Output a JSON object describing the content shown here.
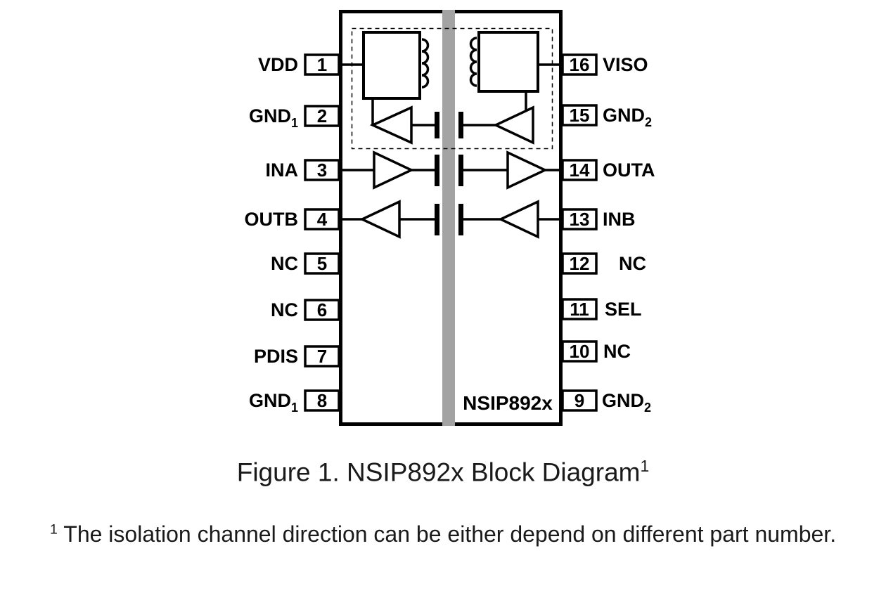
{
  "chip": {
    "name": "NSIP892x"
  },
  "pins": {
    "left": [
      {
        "number": "1",
        "label": "VDD",
        "sub": ""
      },
      {
        "number": "2",
        "label": "GND",
        "sub": "1"
      },
      {
        "number": "3",
        "label": "INA",
        "sub": ""
      },
      {
        "number": "4",
        "label": "OUTB",
        "sub": ""
      },
      {
        "number": "5",
        "label": "NC",
        "sub": ""
      },
      {
        "number": "6",
        "label": "NC",
        "sub": ""
      },
      {
        "number": "7",
        "label": "PDIS",
        "sub": ""
      },
      {
        "number": "8",
        "label": "GND",
        "sub": "1"
      }
    ],
    "right": [
      {
        "number": "16",
        "label": "VISO",
        "sub": ""
      },
      {
        "number": "15",
        "label": "GND",
        "sub": "2"
      },
      {
        "number": "14",
        "label": "OUTA",
        "sub": ""
      },
      {
        "number": "13",
        "label": "INB",
        "sub": ""
      },
      {
        "number": "12",
        "label": "NC",
        "sub": ""
      },
      {
        "number": "11",
        "label": "SEL",
        "sub": ""
      },
      {
        "number": "10",
        "label": "NC",
        "sub": ""
      },
      {
        "number": "9",
        "label": "GND",
        "sub": "2"
      }
    ]
  },
  "caption": {
    "text": "Figure 1. NSIP892x Block Diagram",
    "sup": "1"
  },
  "footnote": {
    "sup": "1",
    "text": "The isolation channel direction can be either depend on different part number."
  },
  "colors": {
    "background": "#ffffff",
    "line": "#000000",
    "barrier": "#a3a3a3",
    "text": "#1a1a1a"
  }
}
